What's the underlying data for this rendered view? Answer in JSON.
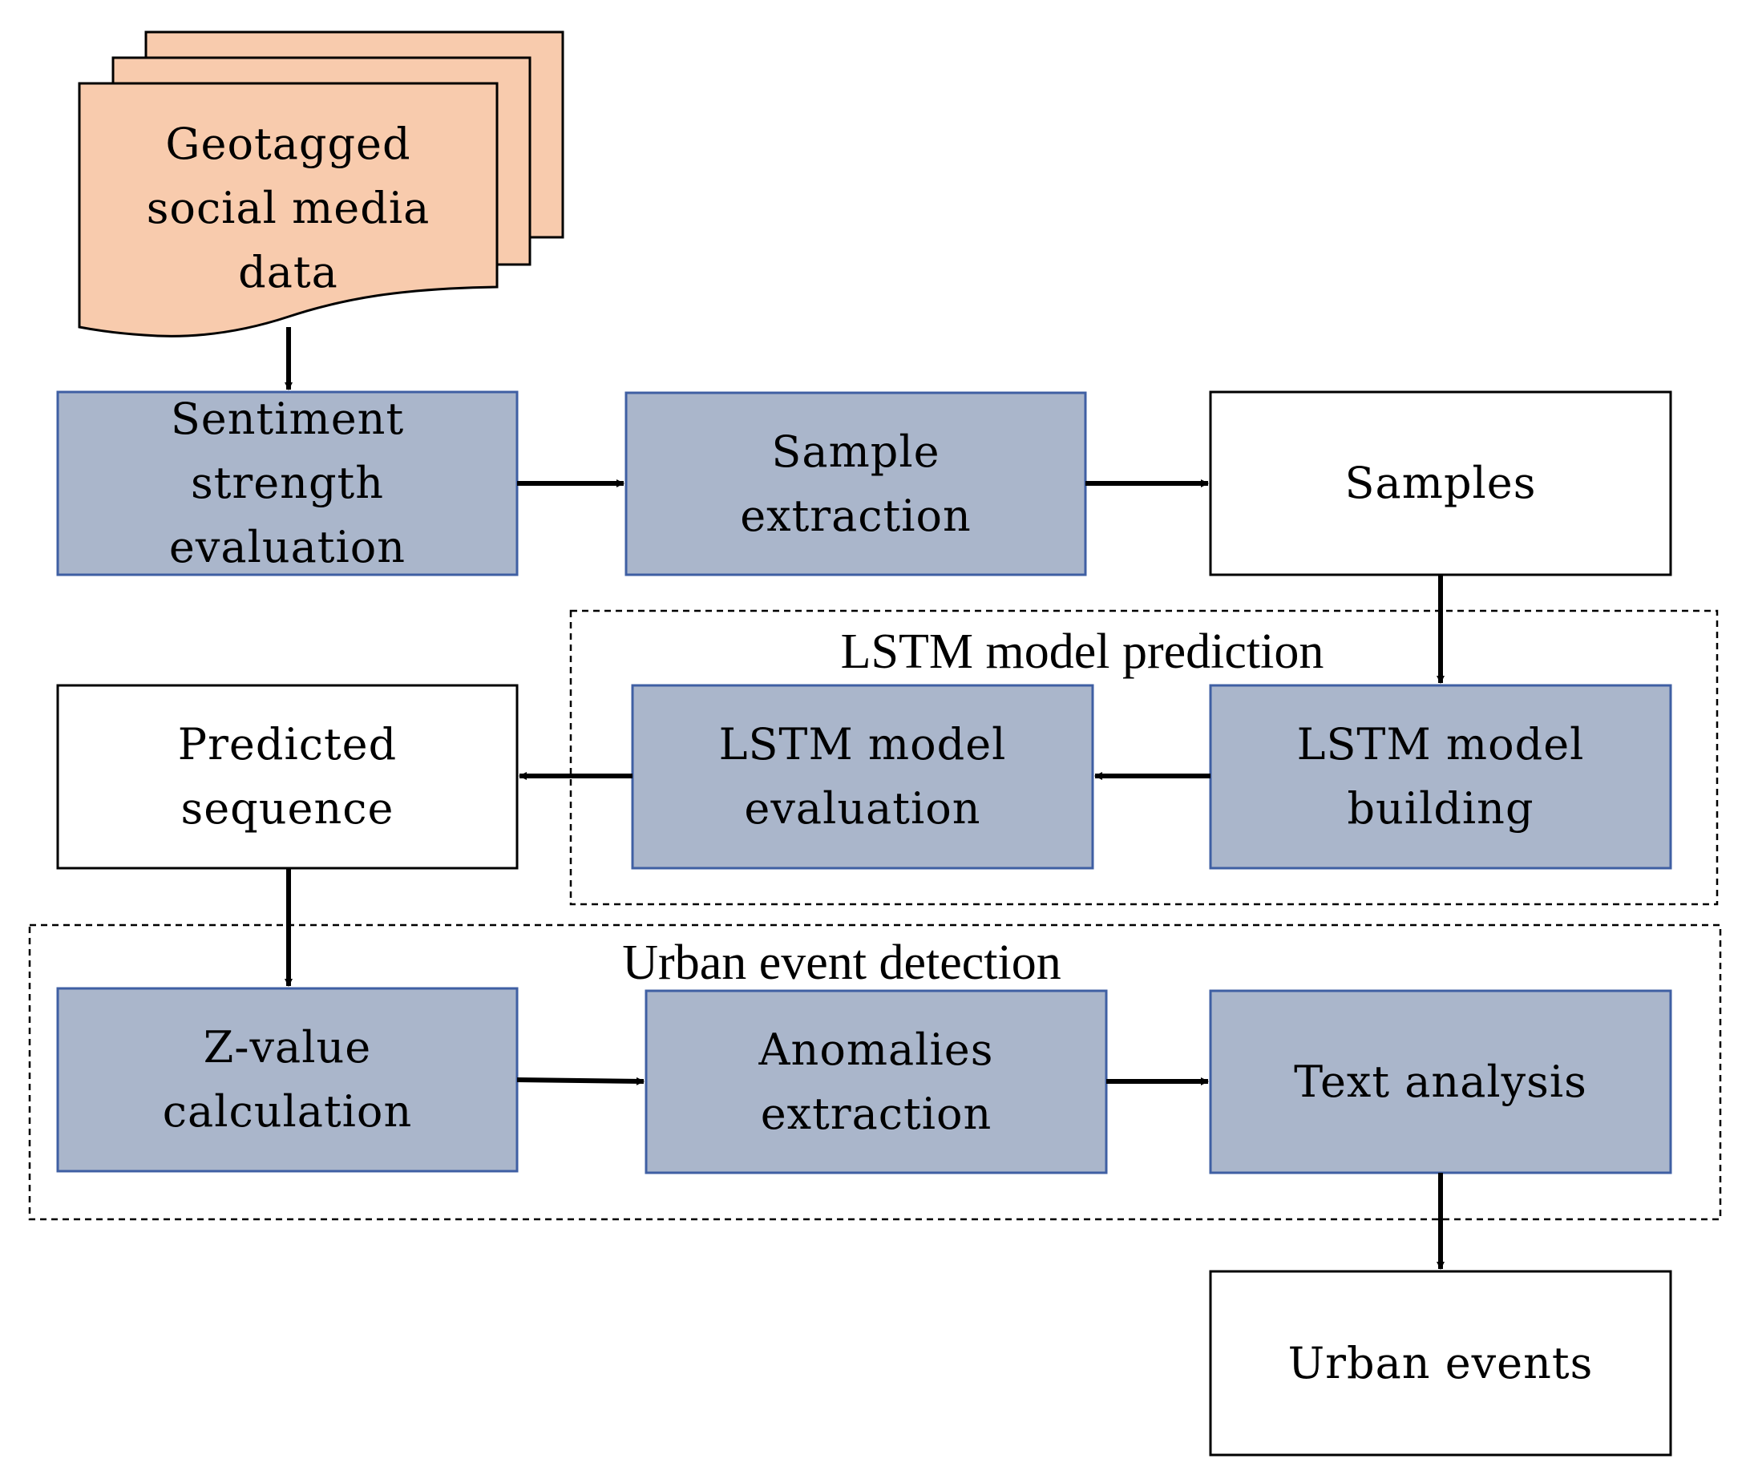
{
  "colors": {
    "process_fill": "#aab6cb",
    "process_stroke": "#3f5fa3",
    "data_fill": "#f8cbad",
    "data_stroke": "#000000",
    "connector": "#000000"
  },
  "nodes": {
    "social_data": {
      "label": "Geotagged\nsocial media\ndata",
      "shape": "multi-document",
      "fill": "data_fill"
    },
    "sentiment": {
      "label": "Sentiment\nstrength\nevaluation",
      "shape": "process",
      "fill": "process_fill"
    },
    "sample_extraction": {
      "label": "Sample\nextraction",
      "shape": "process",
      "fill": "process_fill"
    },
    "samples": {
      "label": "Samples",
      "shape": "rectangle",
      "fill": "white"
    },
    "lstm_building": {
      "label": "LSTM model\nbuilding",
      "shape": "process",
      "fill": "process_fill"
    },
    "lstm_evaluation": {
      "label": "LSTM model\nevaluation",
      "shape": "process",
      "fill": "process_fill"
    },
    "predicted": {
      "label": "Predicted\nsequence",
      "shape": "rectangle",
      "fill": "white"
    },
    "zvalue": {
      "label": "Z-value\ncalculation",
      "shape": "process",
      "fill": "process_fill"
    },
    "anomalies": {
      "label": "Anomalies\nextraction",
      "shape": "process",
      "fill": "process_fill"
    },
    "text_analysis": {
      "label": "Text analysis",
      "shape": "process",
      "fill": "process_fill"
    },
    "urban_events": {
      "label": "Urban events",
      "shape": "rectangle",
      "fill": "white"
    }
  },
  "groups": {
    "lstm_prediction": {
      "title": "LSTM model prediction",
      "border": "dashed"
    },
    "urban_detection": {
      "title": "Urban event detection",
      "border": "dashed"
    }
  },
  "edges": [
    {
      "from": "social_data",
      "to": "sentiment"
    },
    {
      "from": "sentiment",
      "to": "sample_extraction"
    },
    {
      "from": "sample_extraction",
      "to": "samples"
    },
    {
      "from": "samples",
      "to": "lstm_building"
    },
    {
      "from": "lstm_building",
      "to": "lstm_evaluation"
    },
    {
      "from": "lstm_evaluation",
      "to": "predicted"
    },
    {
      "from": "predicted",
      "to": "zvalue"
    },
    {
      "from": "zvalue",
      "to": "anomalies"
    },
    {
      "from": "anomalies",
      "to": "text_analysis"
    },
    {
      "from": "text_analysis",
      "to": "urban_events"
    }
  ]
}
